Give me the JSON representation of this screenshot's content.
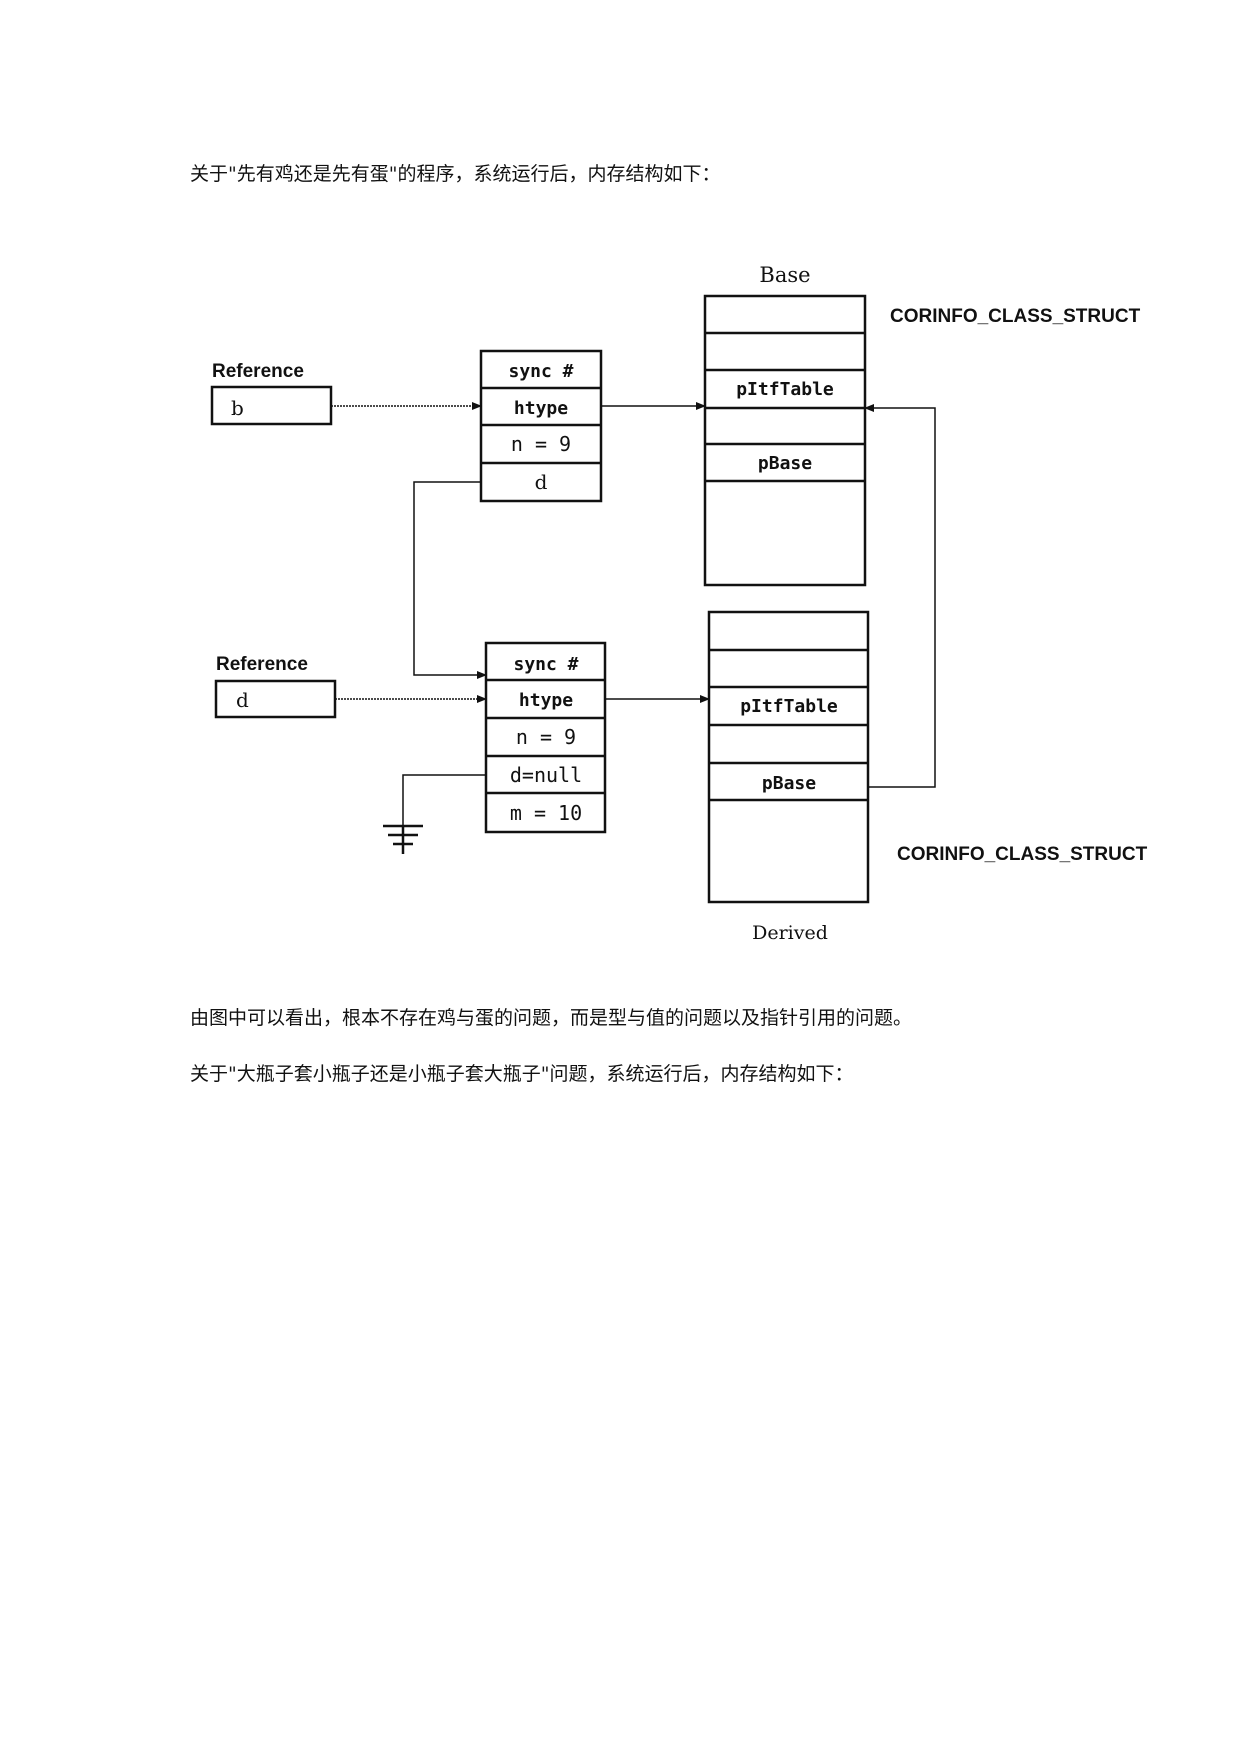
{
  "document": {
    "intro_text": "关于\"先有鸡还是先有蛋\"的程序，系统运行后，内存结构如下：",
    "conclusion_text": "由图中可以看出，根本不存在鸡与蛋的问题，而是型与值的问题以及指针引用的问题。",
    "next_text": "关于\"大瓶子套小瓶子还是小瓶子套大瓶子\"问题，系统运行后，内存结构如下："
  },
  "diagram": {
    "base_title": "Base",
    "derived_title": "Derived",
    "class_struct_label_top": "CORINFO_CLASS_STRUCT",
    "class_struct_label_bottom": "CORINFO_CLASS_STRUCT",
    "ref_b": {
      "heading": "Reference",
      "name": "b"
    },
    "ref_d": {
      "heading": "Reference",
      "name": "d"
    },
    "object_b_fields": [
      "sync #",
      "htype",
      "n = 9",
      "d"
    ],
    "object_d_fields": [
      "sync #",
      "htype",
      "n = 9",
      "d=null",
      "m = 10"
    ],
    "base_struct_fields": [
      "",
      "",
      "pItfTable",
      "",
      "pBase",
      ""
    ],
    "derived_struct_fields": [
      "",
      "",
      "pItfTable",
      "",
      "pBase",
      ""
    ]
  }
}
